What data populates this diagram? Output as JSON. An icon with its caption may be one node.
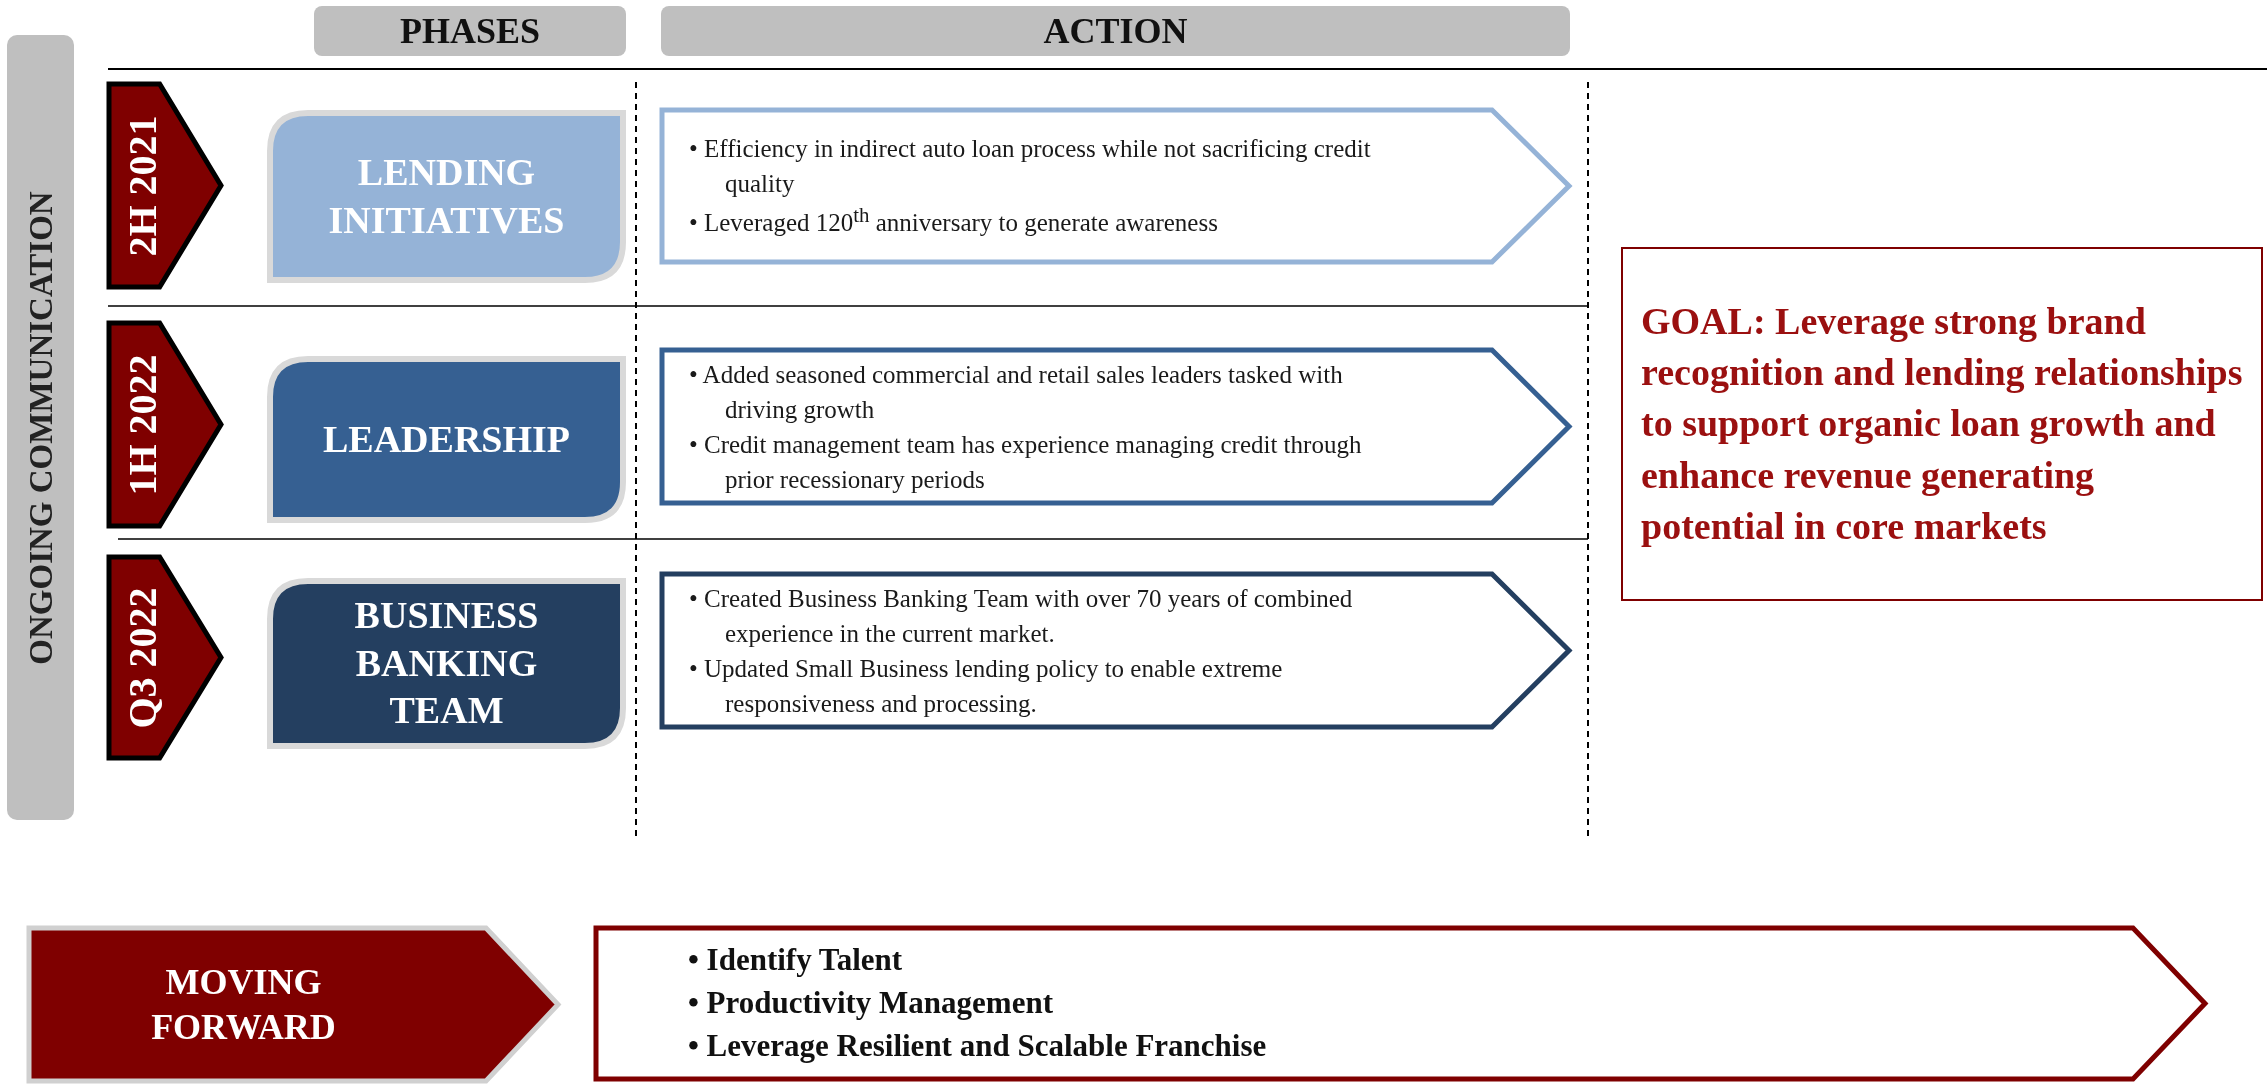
{
  "diagram": {
    "nodes": [
      {
        "text": [
          "PHASES"
        ]
      },
      {
        "text": [
          "ACTION"
        ]
      },
      {
        "text": [
          "ONGOING COMMUNICATION"
        ]
      },
      {
        "text": [
          "2H 2021"
        ]
      },
      {
        "text": [
          "LENDING INITIATIVES"
        ]
      },
      {
        "text": [
          "• Efficiency in indirect auto loan process while not sacrificing credit quality",
          "• Leveraged 120$^{th}$ anniversary to generate awareness"
        ]
      },
      {
        "text": [
          "1H 2022"
        ]
      },
      {
        "text": [
          "LEADERSHIP"
        ]
      },
      {
        "text": [
          "• Added seasoned commercial and retail sales leaders tasked with driving growth",
          "• Credit management team has experience managing credit through prior recessionary periods"
        ]
      },
      {
        "text": [
          "Q3 2022"
        ]
      },
      {
        "text": [
          "BUSINESS BANKING TEAM"
        ]
      },
      {
        "text": [
          "• Created Business Banking Team with over 70 years of combined experience in the current market.",
          "• Updated Small Business lending policy to enable extreme responsiveness and processing."
        ]
      },
      {
        "text": [
          "GOAL: Leverage strong brand recognition and lending relationships to support organic loan growth and enhance revenue generating potential in core markets"
        ]
      },
      {
        "text": [
          "MOVING FORWARD"
        ]
      },
      {
        "text": [
          "• Identify Talent",
          "• Productivity Management",
          "• Leverage Resilient and Scalable Franchise"
        ]
      }
    ]
  }
}
